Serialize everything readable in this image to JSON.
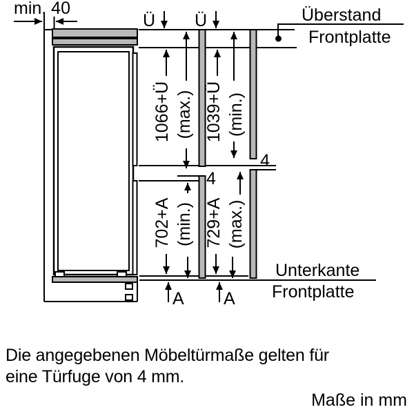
{
  "labels": {
    "min40": "min. 40",
    "ue_top_left": "Ü",
    "ue_top_right": "Ü",
    "ueberstand": "Überstand",
    "frontplatte_top": "Frontplatte",
    "dim_upper_left_value": "1066+Ü",
    "dim_upper_left_qualifier": "(max.)",
    "dim_upper_right_value": "1039+Ü",
    "dim_upper_right_qualifier": "(min.)",
    "dim_lower_left_value": "702+A",
    "dim_lower_left_qualifier": "(min.)",
    "dim_lower_right_value": "729+A",
    "dim_lower_right_qualifier": "(max.)",
    "gap_left": "4",
    "gap_right": "4",
    "a_left": "A",
    "a_right": "A",
    "unterkante": "Unterkante",
    "frontplatte_bottom": "Frontplatte"
  },
  "note": {
    "line1": "Die angegebenen Möbeltürmaße gelten für",
    "line2": "eine Türfuge von 4 mm."
  },
  "units_caption": "Maße in mm",
  "colors": {
    "line": "#000000",
    "panel_fill": "#b9b9b9",
    "background": "#ffffff"
  }
}
